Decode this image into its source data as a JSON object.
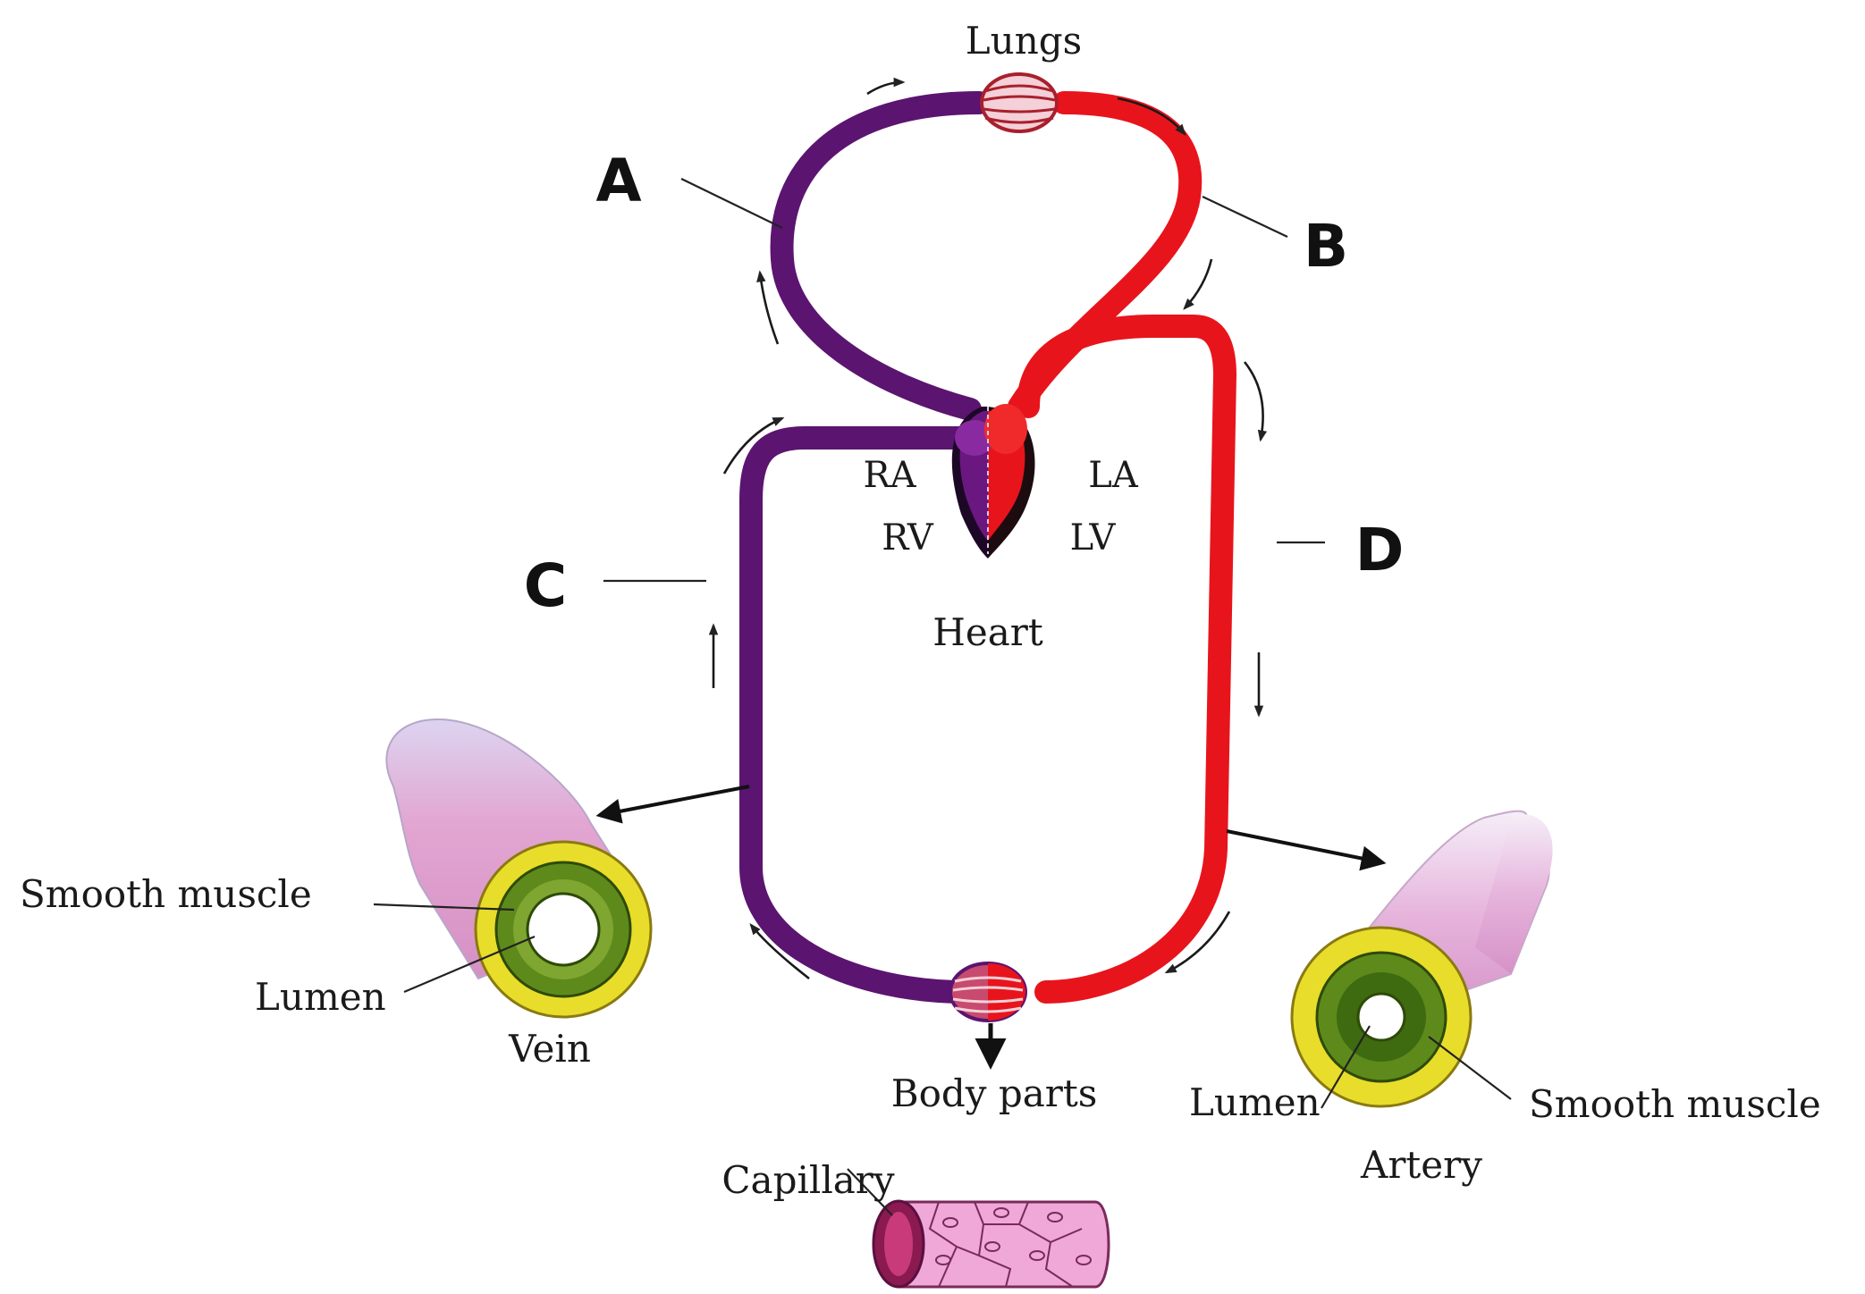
{
  "labels": {
    "lungs": "Lungs",
    "heart": "Heart",
    "ra": "RA",
    "la": "LA",
    "rv": "RV",
    "lv": "LV",
    "body_parts": "Body parts",
    "capillary": "Capillary",
    "vein": "Vein",
    "artery": "Artery",
    "vein_smooth_muscle": "Smooth muscle",
    "vein_lumen": "Lumen",
    "artery_lumen": "Lumen",
    "artery_smooth_muscle": "Smooth muscle"
  },
  "blanks": {
    "a": "A",
    "b": "B",
    "c": "C",
    "d": "D"
  },
  "colors": {
    "deoxygenated": "#5b1470",
    "oxygenated": "#e8141c",
    "vessel_wall": "#e8dd2a",
    "smooth_muscle": "#5e8a1c",
    "vessel_body": "#d49ac6",
    "capillary": "#f0a8d8"
  }
}
